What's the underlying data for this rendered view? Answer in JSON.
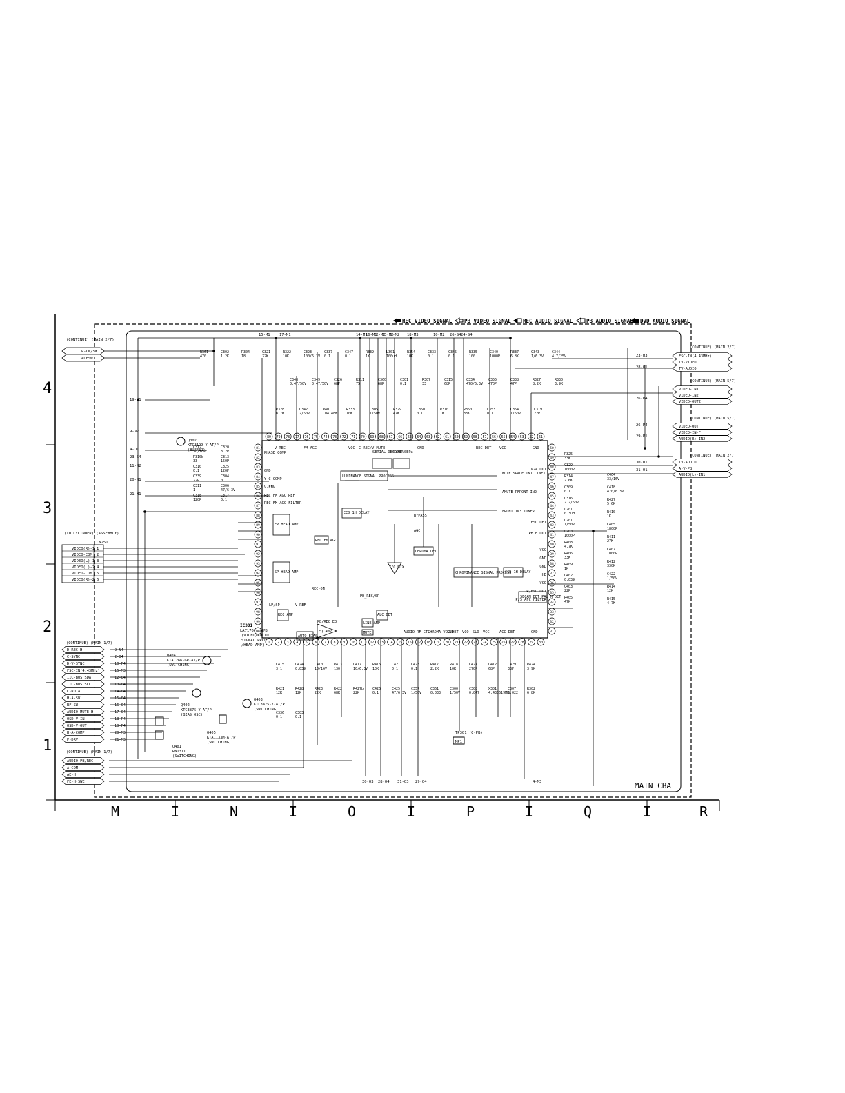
{
  "legend": {
    "rec_video": "REC VIDEO SIGNAL",
    "pb_video": "PB VIDEO SIGNAL",
    "rec_audio": "REC AUDIO SIGNAL",
    "pb_audio": "PB AUDIO SIGNAL",
    "dvd_audio": "DVD AUDIO SIGNAL"
  },
  "board_label": "MAIN CBA",
  "grid": {
    "cols": [
      "M",
      "I",
      "N",
      "I",
      "O",
      "I",
      "P",
      "I",
      "Q",
      "I",
      "R"
    ],
    "rows": [
      "4",
      "3",
      "2",
      "1"
    ]
  },
  "ic": {
    "ref": "IC301",
    "part": "LA71700M MPB",
    "desc1": "(VIDEO/AUDIO",
    "desc2": "SIGNAL PROCESS",
    "desc3": "/HEAD AMP)",
    "top_pins": [
      "80",
      "79",
      "78",
      "77",
      "76",
      "75",
      "74",
      "73",
      "72",
      "71",
      "70",
      "69",
      "68",
      "67",
      "66",
      "65",
      "64",
      "63",
      "62",
      "61",
      "60",
      "59",
      "58",
      "57",
      "56",
      "55",
      "54",
      "53",
      "52",
      "51"
    ],
    "bottom_pins": [
      "1",
      "2",
      "3",
      "4",
      "5",
      "6",
      "7",
      "8",
      "9",
      "10",
      "11",
      "12",
      "13",
      "14",
      "15",
      "16",
      "17",
      "18",
      "19",
      "20",
      "21",
      "22",
      "23",
      "24",
      "25",
      "26",
      "27",
      "28",
      "29",
      "30"
    ],
    "left_pins": [
      "81",
      "82",
      "83",
      "84",
      "85",
      "86",
      "87",
      "88",
      "89",
      "90",
      "91",
      "92",
      "93",
      "94",
      "95",
      "96",
      "97",
      "98",
      "99",
      "100"
    ],
    "right_pins": [
      "50",
      "49",
      "48",
      "47",
      "46",
      "45",
      "44",
      "43",
      "42",
      "41",
      "40",
      "39",
      "38",
      "37",
      "36",
      "35",
      "34",
      "33",
      "32",
      "31"
    ],
    "left_labels": [
      "PHASE COMP",
      "GND",
      "Y-C COMP",
      "V-ENV",
      "REC FM AGC REF",
      "REC FM AGC FILTER"
    ],
    "top_labels": [
      "V-REC",
      "FM AGC",
      "VCC",
      "C-REC/V-MUTE",
      "SERIAL DECODER",
      "SYNC SEPa",
      "GND",
      "REC DET",
      "VCC",
      "GND"
    ],
    "right_labels": [
      "V2A OUT",
      "FSC DET",
      "PB H OUT",
      "VCC",
      "GND",
      "GND",
      "HD",
      "VCO",
      "P/FSC OUT",
      "P/S AFC FILTER"
    ],
    "blocks": {
      "luminance": "LUMINANCE SIGNAL PROCESS",
      "chrominance": "CHROMINANCE SIGNAL PROCESS",
      "ccd1": "CCD 1H DELAY",
      "ccd2": "CCD 1H DELAY",
      "ep_amp": "EP HEAD AMP",
      "sp_amp": "SP HEAD AMP",
      "rec_fm_agc": "REC FM AGC",
      "secam": "SECAM DET PAL M DET",
      "mute1": "MUTE SPACE IN1 LINE1",
      "mute2": "AMUTE PFRONT IN2",
      "mute3": "FRONT IN3 TUNER",
      "bypass": "BYPASS",
      "agc": "AGC",
      "ya_mix": "Y/C MIX",
      "chroma_det": "CHROMA DET",
      "alc_det": "ALC DET",
      "line_amp": "LINE AMP",
      "mute4": "MUTE",
      "auto_bias": "AUTO BIAS",
      "rec_amp": "REC AMP",
      "eq_amp": "EQ AMP",
      "pb_rec_eq": "PB/REC EQ",
      "rec_on": "REC-ON",
      "pb_rec_sp": "PB_REC/SP",
      "lp_sp": "LP/SP",
      "v_ref": "V-REF"
    },
    "bottom_labels": [
      "AUDIO RF CTL",
      "CHROMA VCC DET",
      "GND",
      "VCO",
      "SLD",
      "VCC",
      "ACC DET",
      "GND"
    ]
  },
  "left_connectors": {
    "top": {
      "header": "(CONTINUE) (MAIN 2/7)",
      "lines": [
        "P-ON/SW",
        "ALFSW1"
      ]
    },
    "cylinder": {
      "header": "(TO CYLINDER) (ASSEMBLY)",
      "ref": "CN251",
      "lines": [
        "VIDEO(R)-1",
        "VIDEO-COM",
        "VIDEO(L)-1",
        "VIDEO(L)-2",
        "VIDEO-COM",
        "VIDEO(R)-2"
      ],
      "pins": [
        "1",
        "2",
        "3",
        "4",
        "5",
        "6"
      ]
    },
    "main17": {
      "header": "(CONTINUE) (MAIN 1/7)",
      "lines": [
        "D-REC-H",
        "C-SYNC",
        "D-V-SYNC",
        "FSC-IN(4.43MHz)",
        "IIC-BUS SDA",
        "IIC-BUS SCL",
        "C-ROTA",
        "H-A-SW",
        "RF-SW",
        "AUDIO-MUTE-H",
        "OSD-V-IN",
        "OSD-V-OUT",
        "H-A-COMP",
        "P-DRV"
      ],
      "codes": [
        "9-N4",
        "2-O4",
        "10-P4",
        "15-M3",
        "12-O4",
        "13-O4",
        "14-O4",
        "15-O4",
        "16-O4",
        "17-O4",
        "18-P4",
        "19-P4",
        "20-M3",
        "21-M3"
      ]
    },
    "bottom": {
      "header": "(CONTINUE) (MAIN 1/7)",
      "lines": [
        "AUDIO-PB/REC",
        "A-COM",
        "AE-H",
        "FE-H-SWE"
      ]
    }
  },
  "right_connectors": {
    "group1": {
      "header": "(CONTINUE) (MAIN 2/7)",
      "lines": [
        "FSC-IN(4.43MHz)",
        "TV-VIDEO",
        "TV-AUDIO"
      ],
      "codes": [
        "23-M3",
        "28-O1"
      ]
    },
    "group2": {
      "header": "(CONTINUE) (MAIN 5/7)",
      "lines": [
        "VIDEO-IN1",
        "VIDEO-IN2",
        "VIDEO-OUT2"
      ],
      "codes": [
        "26-P4"
      ]
    },
    "group3": {
      "header": "(CONTINUE) (MAIN 5/7)",
      "lines": [
        "VIDEO-OUT",
        "VIDEO-IN-F",
        "AUDIO(R)-IN2"
      ],
      "codes": [
        "26-P4",
        "29-P1"
      ]
    },
    "group4": {
      "header": "(CONTINUE) (MAIN 2/7)",
      "lines": [
        "TV-AUDIO",
        "A-V-PB",
        "AUDIO(L)-IN1"
      ],
      "codes": [
        "30-O1",
        "31-O1"
      ]
    }
  },
  "left_codes": [
    "19-N1",
    "9-N2",
    "4-O1",
    "23-S4",
    "11-N2",
    "20-N1",
    "21-N1"
  ],
  "bottom_codes": [
    "30-O3",
    "28-O4",
    "31-O3",
    "29-O4",
    "4-M3"
  ],
  "top_codes": [
    "15-M1",
    "17-M1",
    "14-M1",
    "16-M1",
    "12-M2",
    "13-M2",
    "2-M2",
    "18-M3",
    "10-M2",
    "26-S4",
    "24-S4"
  ],
  "transistors": [
    {
      "ref": "Q302",
      "part": "KTC3199-Y-AT/P",
      "role": "(BUFFER)"
    },
    {
      "ref": "Q404",
      "part": "KTA1266-GR-AT/P",
      "role": "(SWITCHING)"
    },
    {
      "ref": "Q403",
      "part": "KTC3875-Y-AT/P",
      "role": "(SWITCHING)"
    },
    {
      "ref": "Q405",
      "part": "KTA1133M-AT/P",
      "role": "(SWITCHING)"
    },
    {
      "ref": "Q401",
      "part": "RN1311",
      "role": "(SWITCHING)"
    },
    {
      "ref": "Q402",
      "part": "KTC3875-Y-AT/P",
      "role": "(BIAS OSC)"
    }
  ],
  "components": [
    {
      "ref": "R301",
      "val": "470"
    },
    {
      "ref": "C302",
      "val": "1.2K"
    },
    {
      "ref": "R304",
      "val": "18"
    },
    {
      "ref": "C321",
      "val": "22K"
    },
    {
      "ref": "R322",
      "val": "10K"
    },
    {
      "ref": "C323",
      "val": "100/6.3V"
    },
    {
      "ref": "C337",
      "val": "0.1"
    },
    {
      "ref": "C347",
      "val": "0.1"
    },
    {
      "ref": "R339",
      "val": "1K"
    },
    {
      "ref": "L301",
      "val": "100uH"
    },
    {
      "ref": "R354",
      "val": "10K"
    },
    {
      "ref": "C333",
      "val": "0.1"
    },
    {
      "ref": "C345",
      "val": "0.1"
    },
    {
      "ref": "R335",
      "val": "100"
    },
    {
      "ref": "C340",
      "val": "1000P"
    },
    {
      "ref": "R337",
      "val": "6.8K"
    },
    {
      "ref": "C343",
      "val": "1/6.3V"
    },
    {
      "ref": "C344",
      "val": "4.7/25V"
    },
    {
      "ref": "C348",
      "val": "0.47/50V"
    },
    {
      "ref": "C349",
      "val": "0.47/50V"
    },
    {
      "ref": "C326",
      "val": "68P"
    },
    {
      "ref": "R311",
      "val": "75"
    },
    {
      "ref": "C360",
      "val": "68P"
    },
    {
      "ref": "C301",
      "val": "0.1"
    },
    {
      "ref": "R307",
      "val": "33"
    },
    {
      "ref": "C315",
      "val": "68P"
    },
    {
      "ref": "C334",
      "val": "470/6.3V"
    },
    {
      "ref": "C355",
      "val": "470P"
    },
    {
      "ref": "C338",
      "val": "47P"
    },
    {
      "ref": "R327",
      "val": "8.2K"
    },
    {
      "ref": "R330",
      "val": "3.9K"
    },
    {
      "ref": "R328",
      "val": "8.7K"
    },
    {
      "ref": "C342",
      "val": "2/50V"
    },
    {
      "ref": "R401",
      "val": "1N4148M"
    },
    {
      "ref": "R333",
      "val": "10K"
    },
    {
      "ref": "C305",
      "val": "1/50V"
    },
    {
      "ref": "R329",
      "val": "47K"
    },
    {
      "ref": "C350",
      "val": "0.1"
    },
    {
      "ref": "R310",
      "val": "1K"
    },
    {
      "ref": "R350",
      "val": "33K"
    },
    {
      "ref": "C353",
      "val": "0.1"
    },
    {
      "ref": "C354",
      "val": "1/50V"
    },
    {
      "ref": "C319",
      "val": "22P"
    },
    {
      "ref": "C312",
      "val": "10/16V"
    },
    {
      "ref": "R310b",
      "val": "33"
    },
    {
      "ref": "C310",
      "val": "0.1"
    },
    {
      "ref": "C339",
      "val": "22P"
    },
    {
      "ref": "C311",
      "val": "1"
    },
    {
      "ref": "C318",
      "val": "120P"
    },
    {
      "ref": "C320",
      "val": "8.2P"
    },
    {
      "ref": "C313",
      "val": "150P"
    },
    {
      "ref": "C325",
      "val": "120P"
    },
    {
      "ref": "C304",
      "val": "0.1"
    },
    {
      "ref": "C306",
      "val": "47/6.3V"
    },
    {
      "ref": "C317",
      "val": "0.1"
    },
    {
      "ref": "R325",
      "val": "33K"
    },
    {
      "ref": "C329",
      "val": "1000P"
    },
    {
      "ref": "R314",
      "val": "2.6K"
    },
    {
      "ref": "C309",
      "val": "0.1"
    },
    {
      "ref": "C316",
      "val": "2.2/50V"
    },
    {
      "ref": "L201",
      "val": "0.3uH"
    },
    {
      "ref": "C201",
      "val": "1/50V"
    },
    {
      "ref": "C203",
      "val": "1000P"
    },
    {
      "ref": "R408",
      "val": "4.7K"
    },
    {
      "ref": "R406",
      "val": "33K"
    },
    {
      "ref": "R409",
      "val": "1K"
    },
    {
      "ref": "C402",
      "val": "0.039"
    },
    {
      "ref": "C403",
      "val": "22P"
    },
    {
      "ref": "R405",
      "val": "47K"
    },
    {
      "ref": "C404",
      "val": "33/16V"
    },
    {
      "ref": "C418",
      "val": "470/6.3V"
    },
    {
      "ref": "R427",
      "val": "5.6K"
    },
    {
      "ref": "R410",
      "val": "1K"
    },
    {
      "ref": "C405",
      "val": "1800P"
    },
    {
      "ref": "R411",
      "val": "27K"
    },
    {
      "ref": "C407",
      "val": "1000P"
    },
    {
      "ref": "R412",
      "val": "330K"
    },
    {
      "ref": "C422",
      "val": "1/50V"
    },
    {
      "ref": "R414",
      "val": "12K"
    },
    {
      "ref": "R415",
      "val": "4.7K"
    },
    {
      "ref": "C415",
      "val": "3.1"
    },
    {
      "ref": "C424",
      "val": "0.039"
    },
    {
      "ref": "C410",
      "val": "10/16V"
    },
    {
      "ref": "R413",
      "val": "130"
    },
    {
      "ref": "C417",
      "val": "10/6.3V"
    },
    {
      "ref": "R416",
      "val": "10K"
    },
    {
      "ref": "C421",
      "val": "0.1"
    },
    {
      "ref": "C423",
      "val": "0.1"
    },
    {
      "ref": "R417",
      "val": "2.2K"
    },
    {
      "ref": "R418",
      "val": "10K"
    },
    {
      "ref": "C427",
      "val": "270P"
    },
    {
      "ref": "C412",
      "val": "68P"
    },
    {
      "ref": "C429",
      "val": "33P"
    },
    {
      "ref": "R424",
      "val": "3.9K"
    },
    {
      "ref": "R421",
      "val": "12K"
    },
    {
      "ref": "R428",
      "val": "12K"
    },
    {
      "ref": "R423",
      "val": "22K"
    },
    {
      "ref": "R422",
      "val": "68K"
    },
    {
      "ref": "R427b",
      "val": "22K"
    },
    {
      "ref": "C426",
      "val": "0.1"
    },
    {
      "ref": "C425",
      "val": "47/6.3V"
    },
    {
      "ref": "C357",
      "val": "1/50V"
    },
    {
      "ref": "C361",
      "val": "0.033"
    },
    {
      "ref": "C300",
      "val": "1/50V"
    },
    {
      "ref": "C308",
      "val": "0.047"
    },
    {
      "ref": "X301",
      "val": "4.433619MHz"
    },
    {
      "ref": "C307",
      "val": "0.022"
    },
    {
      "ref": "R302",
      "val": "6.8K"
    },
    {
      "ref": "C336",
      "val": "0.1"
    },
    {
      "ref": "C303",
      "val": "0.1"
    }
  ],
  "test_points": [
    "TP301 (C-PB)",
    "MP1"
  ]
}
